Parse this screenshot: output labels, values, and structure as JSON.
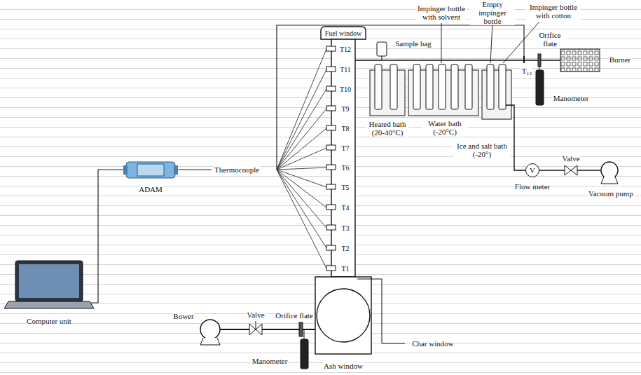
{
  "diagram": {
    "nodes": [
      {
        "text": [
          "V"
        ]
      }
    ],
    "labels": [
      "Fuel window",
      "T12",
      "T11",
      "T10",
      "T9",
      "T8",
      "T7",
      "T6",
      "T5",
      "T4",
      "T3",
      "T2",
      "T1",
      "Sample bag",
      "Impinger bottle with solvent",
      "Empty impinger bottle",
      "Impinger bottle with cotton",
      "Orifice flate",
      "T₁₃",
      "Burner",
      "Manometer",
      "Heated bath (20-40°C)",
      "Water bath (-20°C)",
      "Ice and salt bath (-20°)",
      "Flow meter",
      "Valve",
      "Vacuum pump",
      "Thermocouple",
      "ADAM",
      "Computer unit",
      "Bower",
      "Valve",
      "Orifice flate",
      "Manometer",
      "Ash window",
      "Char window"
    ]
  }
}
